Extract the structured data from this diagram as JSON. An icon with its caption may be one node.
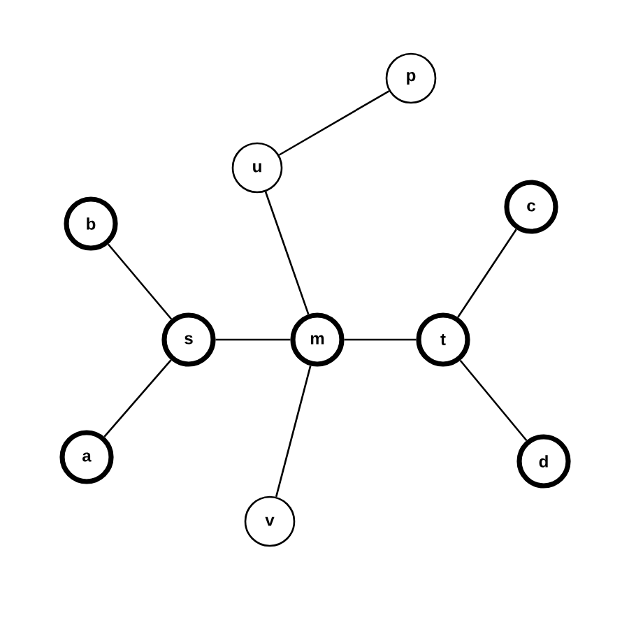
{
  "diagram": {
    "nodes": [
      {
        "text": [
          "p"
        ]
      },
      {
        "text": [
          "u"
        ]
      },
      {
        "text": [
          "b"
        ]
      },
      {
        "text": [
          "c"
        ]
      },
      {
        "text": [
          "s"
        ]
      },
      {
        "text": [
          "m"
        ]
      },
      {
        "text": [
          "t"
        ]
      },
      {
        "text": [
          "a"
        ]
      },
      {
        "text": [
          "d"
        ]
      },
      {
        "text": [
          "v"
        ]
      }
    ],
    "edges": [
      {
        "from": 1,
        "to": 0,
        "arrow": "none"
      },
      {
        "from": 1,
        "to": 5,
        "arrow": "none"
      },
      {
        "from": 2,
        "to": 4,
        "arrow": "none"
      },
      {
        "from": 4,
        "to": 5,
        "arrow": "none"
      },
      {
        "from": 5,
        "to": 6,
        "arrow": "none"
      },
      {
        "from": 3,
        "to": 6,
        "arrow": "none"
      },
      {
        "from": 6,
        "to": 8,
        "arrow": "none"
      },
      {
        "from": 4,
        "to": 7,
        "arrow": "none"
      },
      {
        "from": 5,
        "to": 9,
        "arrow": "none"
      }
    ]
  }
}
